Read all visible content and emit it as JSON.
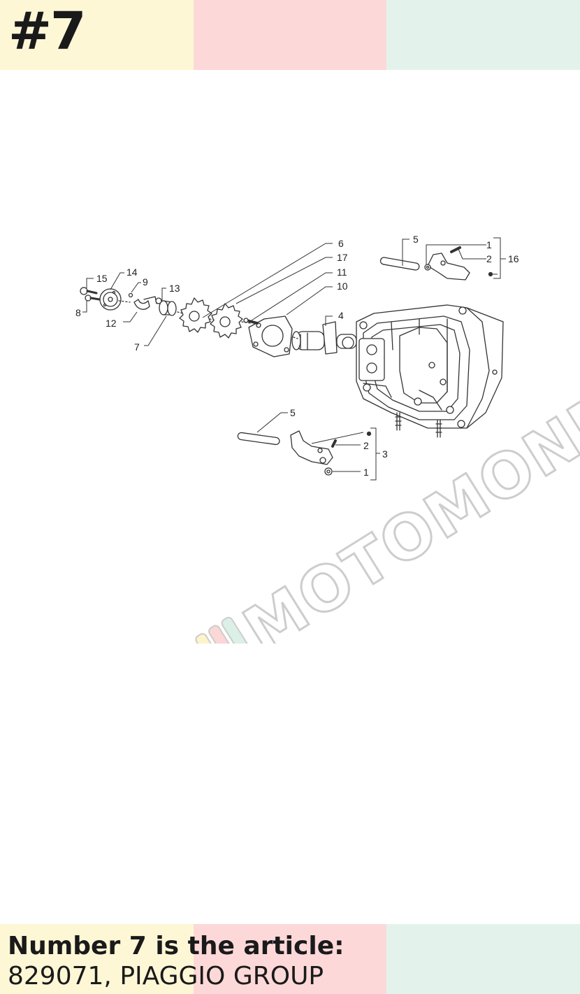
{
  "header": {
    "badge": "#7"
  },
  "bands": {
    "colors": [
      "#fef7d6",
      "#fcd9d8",
      "#e3f3ec"
    ]
  },
  "watermark": {
    "text": "MOTOMONDO"
  },
  "diagram": {
    "callouts": {
      "c6": "6",
      "c17": "17",
      "c11": "11",
      "c10": "10",
      "c4": "4",
      "c15": "15",
      "c14": "14",
      "c9": "9",
      "c13": "13",
      "c8": "8",
      "c12": "12",
      "c7": "7",
      "t5": "5",
      "t1": "1",
      "t2": "2",
      "t16": "16",
      "b5": "5",
      "b2": "2",
      "b3": "3",
      "b1": "1"
    }
  },
  "footer": {
    "line1": "Number 7 is the article:",
    "line2": "829071, PIAGGIO GROUP"
  }
}
